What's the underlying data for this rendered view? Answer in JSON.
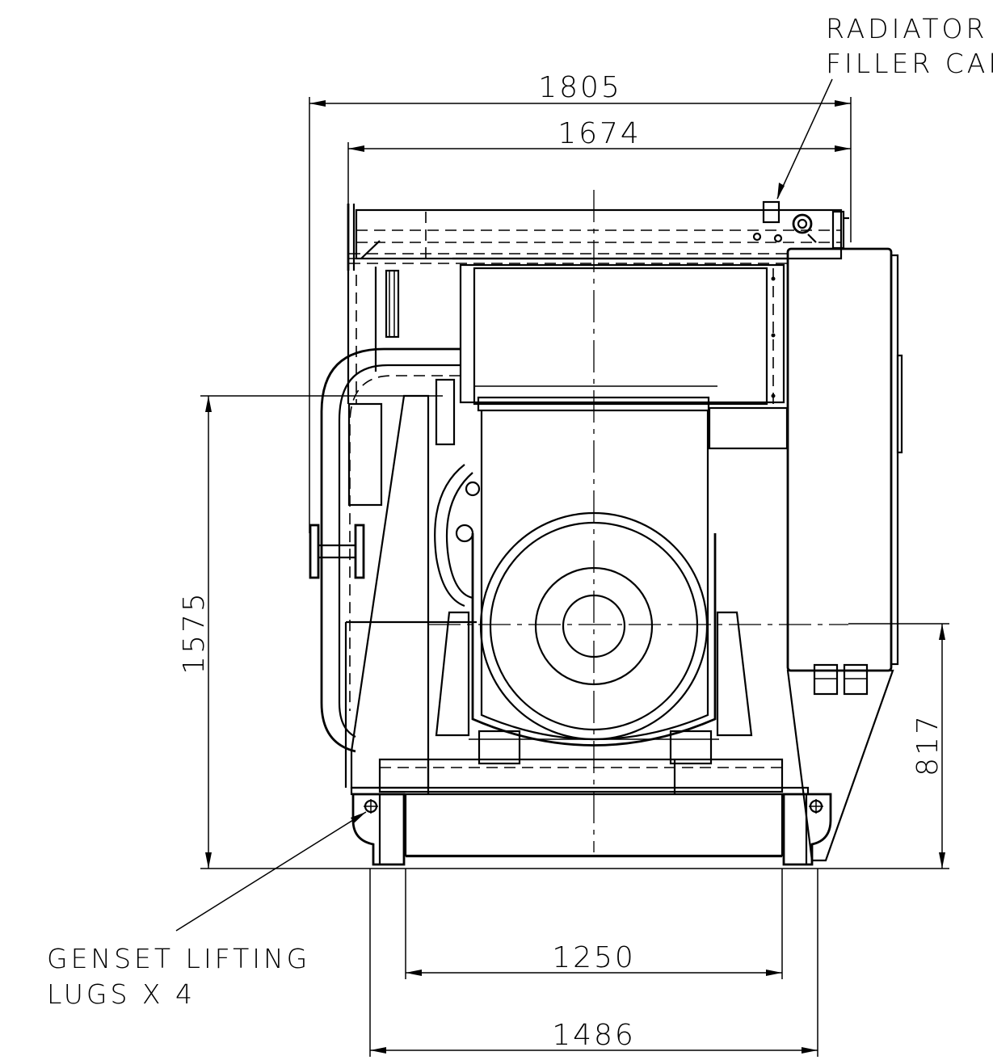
{
  "dimensions": {
    "overall_width_top": "1805",
    "radiator_width": "1674",
    "overall_height": "1575",
    "shaft_height": "817",
    "lug_inner_span": "1250",
    "base_width": "1486"
  },
  "callouts": {
    "radiator_line1": "RADIATOR",
    "radiator_line2": "FILLER CAP",
    "lugs_line1": "GENSET LIFTING",
    "lugs_line2": "LUGS X 4"
  }
}
